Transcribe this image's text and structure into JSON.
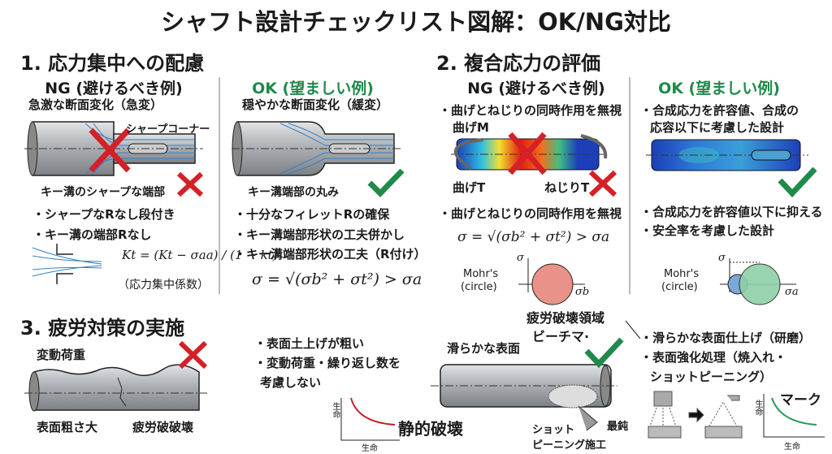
{
  "title": "シャフト設計チェックリスト図解：OK/NG対比",
  "colors": {
    "ng": "#d42027",
    "ok": "#1f8a4a",
    "shaft": "#b8bcc0",
    "stress_blue": "#3a7fc4"
  },
  "s1": {
    "heading": "1. 応力集中への配慮",
    "ng": {
      "label": "NG (避けるべき例)",
      "caption": "急激な断面変化（急変）",
      "corner": "シャープコーナー",
      "keyway": "キー溝のシャープな端部",
      "bullets": [
        "・シャープなRなし段付き",
        "・キー溝の端部Rなし"
      ],
      "formula": "Kt = (Kt − σaa) / (1 − kt)",
      "formula_note": "（応力集中係数）"
    },
    "ok": {
      "label": "OK (望ましい例)",
      "caption": "穏やかな断面変化（緩変）",
      "keyway": "キー溝端部の丸み",
      "bullets": [
        "・十分なフィレットRの確保",
        "・キー溝端部形状の工夫併かし",
        "・キー溝端部形状の工夫（R付け）"
      ],
      "formula": "σ = √(σb² + σt²) > σa"
    }
  },
  "s2": {
    "heading": "2. 複合応力の評価",
    "ng": {
      "label": "NG (避けるべき例)",
      "bullet1": "・曲げとねじりの同時作用を無視",
      "bend_m": "曲げM",
      "bend_t": "曲げT",
      "torsion_t": "ねじりT",
      "bullet2": "・曲げとねじりの同時作用を無視",
      "formula": "σ = √(σb² + σt²) > σa",
      "mohr": "Mohr's",
      "mohr2": "(circle)",
      "axis_y": "σ",
      "axis_x": "σb"
    },
    "ok": {
      "label": "OK (望ましい例)",
      "bullet1a": "・合成応力を許容値、合成の",
      "bullet1b": "応容以下に考慮した設計",
      "bullets": [
        "・合成応力を許容値以下に抑える",
        "・安全率を考慮した設計"
      ],
      "mohr": "Mohr's",
      "mohr2": "(circle)",
      "axis_y": "σ",
      "axis_x": "σa"
    }
  },
  "s3": {
    "heading": "3. 疲労対策の実施",
    "load": "変動荷重",
    "rough": "表面粗さ大",
    "fatigue": "疲労破破壊",
    "ng_bullets": [
      "・表面土上げが粗い",
      "・変動荷重・繰り返し数を",
      "考慮しない"
    ],
    "graph_y": "生命",
    "graph_x": "生命",
    "static": "静的破壊",
    "region": "疲労破壊領域",
    "beach": "ビーチマ·",
    "smooth": "滑らかな表面",
    "shot1": "ショット",
    "shot2": "ピーニング施工",
    "dull": "最鈍",
    "ok_bullets": [
      "・滑らかな表面仕上げ（研磨）",
      "・表面強化処理（焼入れ・",
      "ショットピーニング）"
    ],
    "mark": "マーク",
    "graph2_y": "生命",
    "graph2_x": "生命"
  }
}
